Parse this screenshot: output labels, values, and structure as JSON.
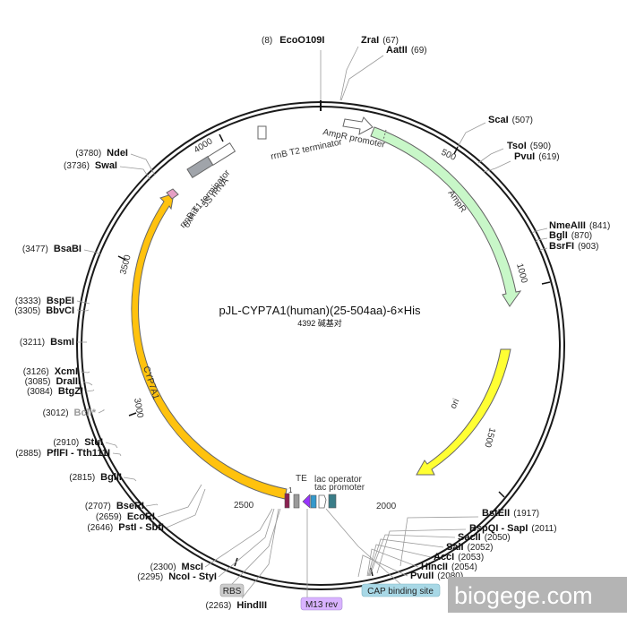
{
  "plasmid": {
    "name": "pJL-CYP7A1(human)(25-504aa)-6×His",
    "length_text": "4392 碱基对",
    "length_bp": 4392
  },
  "ticks": [
    {
      "label": "500"
    },
    {
      "label": "1000"
    },
    {
      "label": "1500"
    },
    {
      "label": "2000"
    },
    {
      "label": "2500"
    },
    {
      "label": "3000"
    },
    {
      "label": "3500"
    },
    {
      "label": "4000"
    }
  ],
  "features": [
    {
      "id": "ampr-promoter",
      "label": "AmpR promoter"
    },
    {
      "id": "ampr",
      "label": "AmpR",
      "color": "#c8f7c8"
    },
    {
      "id": "ori",
      "label": "ori",
      "color": "#ffff33"
    },
    {
      "id": "cyp7a1",
      "label": "CYP7A1",
      "color": "#ffc20e"
    },
    {
      "id": "his6",
      "label": "6xHis",
      "color": "#e6a0c4"
    },
    {
      "id": "rrnb-t2",
      "label": "rrnB T2 terminator"
    },
    {
      "id": "rrnb-t1",
      "label": "rrnB T1 terminator"
    },
    {
      "id": "rrna-5s",
      "label": "5S rRNA",
      "color": "#a0a4aa"
    },
    {
      "id": "te",
      "label": "TE"
    },
    {
      "id": "lac-operator",
      "label": "lac operator"
    },
    {
      "id": "tac-promoter",
      "label": "tac promoter"
    },
    {
      "id": "intron",
      "label": "1"
    }
  ],
  "sites": [
    {
      "name": "EcoO109I",
      "pos": "(8)"
    },
    {
      "name": "ZraI",
      "pos": "(67)"
    },
    {
      "name": "AatII",
      "pos": "(69)"
    },
    {
      "name": "ScaI",
      "pos": "(507)"
    },
    {
      "name": "TsoI",
      "pos": "(590)"
    },
    {
      "name": "PvuI",
      "pos": "(619)"
    },
    {
      "name": "NmeAIII",
      "pos": "(841)"
    },
    {
      "name": "BglI",
      "pos": "(870)"
    },
    {
      "name": "BsrFI",
      "pos": "(903)"
    },
    {
      "name": "BstEII",
      "pos": "(1917)"
    },
    {
      "name": "BspQI - SapI",
      "pos": "(2011)"
    },
    {
      "name": "SacII",
      "pos": "(2050)"
    },
    {
      "name": "SalI",
      "pos": "(2052)"
    },
    {
      "name": "AccI",
      "pos": "(2053)"
    },
    {
      "name": "HincII",
      "pos": "(2054)"
    },
    {
      "name": "PvuII",
      "pos": "(2080)"
    },
    {
      "name": "NdeI",
      "pos": "(3780)"
    },
    {
      "name": "SwaI",
      "pos": "(3736)"
    },
    {
      "name": "BsaBI",
      "pos": "(3477)"
    },
    {
      "name": "BspEI",
      "pos": "(3333)"
    },
    {
      "name": "BbvCI",
      "pos": "(3305)"
    },
    {
      "name": "BsmI",
      "pos": "(3211)"
    },
    {
      "name": "XcmI",
      "pos": "(3126)"
    },
    {
      "name": "DraIII",
      "pos": "(3085)"
    },
    {
      "name": "BtgZI",
      "pos": "(3084)"
    },
    {
      "name": "BclI*",
      "pos": "(3012)"
    },
    {
      "name": "StuI",
      "pos": "(2910)"
    },
    {
      "name": "PflFI - Tth111I",
      "pos": "(2885)"
    },
    {
      "name": "BglII",
      "pos": "(2815)"
    },
    {
      "name": "BseRI",
      "pos": "(2707)"
    },
    {
      "name": "EcoRI",
      "pos": "(2659)"
    },
    {
      "name": "PstI - SbfI",
      "pos": "(2646)"
    },
    {
      "name": "MscI",
      "pos": "(2300)"
    },
    {
      "name": "NcoI - StyI",
      "pos": "(2295)"
    },
    {
      "name": "HindIII",
      "pos": "(2263)"
    }
  ],
  "badges": [
    {
      "label": "RBS",
      "color": "#cccccc"
    },
    {
      "label": "M13 rev",
      "color": "#d9b3ff"
    },
    {
      "label": "CAP binding site",
      "color": "#a8d8e6"
    }
  ],
  "watermark": {
    "text": "biogege.com",
    "background": "#b4b4b4"
  }
}
